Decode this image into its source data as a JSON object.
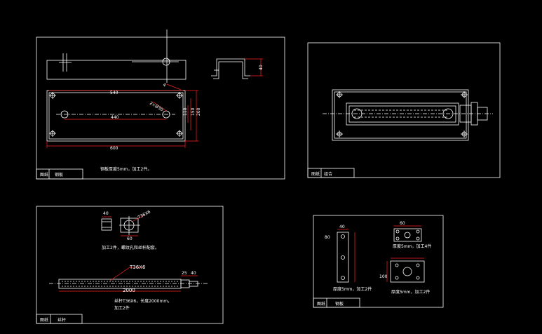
{
  "colors": {
    "background": "#000000",
    "line": "#ffffff",
    "dimension": "#ff2020"
  },
  "sheet1": {
    "dim_length": "540",
    "dim_hole_spacing": "440",
    "dim_total": "600",
    "dim_slot": "2×Ø30",
    "dim_side_a": "110",
    "dim_side_b": "150",
    "dim_side_c": "200",
    "dim_height": "40",
    "dim_thickness": "4",
    "note": "钢板厚度5mm，加工2件。",
    "title_a": "图纸",
    "title_b": "钢板"
  },
  "sheet2": {
    "title_a": "图纸",
    "title_b": "组合"
  },
  "sheet3": {
    "dim_block": "40",
    "dim_nut": "T36X6",
    "dim_nut_w": "60",
    "note_block": "加工2件，螺纹孔和丝杆配套。",
    "dim_screw": "T36X6",
    "dim_screw_len": "2000",
    "dim_end_a": "25",
    "dim_end_b": "40",
    "note_screw": "丝杆T36X6，长度2000mm，",
    "note_screw_2": "加工2件",
    "title_a": "图纸",
    "title_b": "丝杆"
  },
  "sheet4": {
    "dim_top": "40",
    "dim_plate_w": "80",
    "dim_plate_2": "60",
    "dim_plate_3": "100",
    "note_left": "厚度5mm，加工2件",
    "note_right_top": "厚度5mm，加工4件",
    "note_right_bottom": "厚度5mm，加工2件",
    "title_a": "图纸",
    "title_b": "钢板"
  }
}
